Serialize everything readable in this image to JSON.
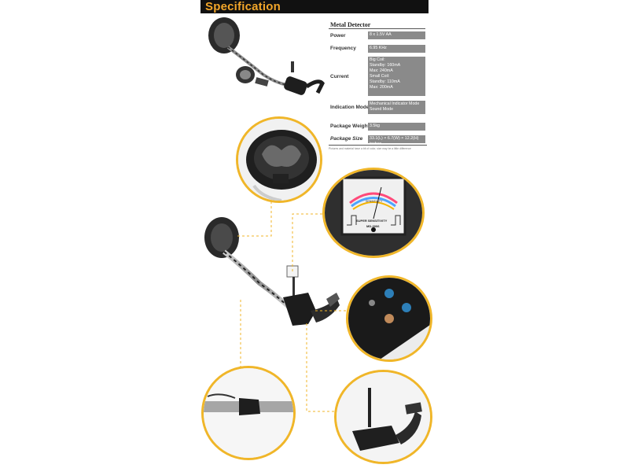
{
  "header": {
    "title": "Specification"
  },
  "spec": {
    "title": "Metal Detector",
    "rows": [
      {
        "label": "Power",
        "value": "8 x 1.5V AA"
      },
      {
        "label": "Frequency",
        "value": "6.95 KHz"
      },
      {
        "label": "Current",
        "lines": [
          "Big Coil:",
          "Standby: 160mA",
          "Max: 240mA",
          "Small Coil:",
          "Standby: 110mA",
          "Max: 200mA"
        ]
      },
      {
        "label": "Indication Mode",
        "lines": [
          "Mechanical Indicator Mode",
          "Sound Mode"
        ]
      },
      {
        "label": "Package Weight",
        "value": "3.5kg"
      },
      {
        "label": "Package Size",
        "value": "33.1(L) × 6.7(W) × 12.2(H) inches"
      }
    ],
    "footnote": "Pictures and material have a bit of color, size may be a little difference"
  },
  "meter": {
    "brand": "SUPER SENSITIVITY",
    "model": "MD-3006",
    "scale_label": "SENSITIVITY"
  },
  "colors": {
    "accent": "#f0b629",
    "header_bg": "#111111",
    "value_bg": "#8a8a8a"
  }
}
